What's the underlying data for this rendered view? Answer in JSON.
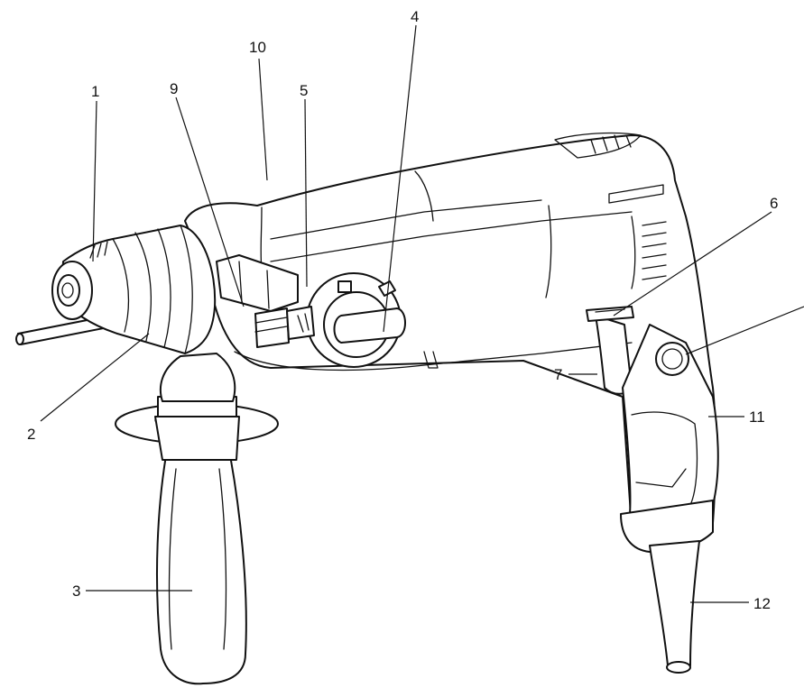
{
  "labels": {
    "chuck": "1",
    "depth_gauge": "2",
    "side_handle": "3",
    "mode_selector": "4",
    "lock_button": "5",
    "direction_switch": "6",
    "trigger": "7",
    "dust_cap": "9",
    "housing": "10",
    "main_handle": "11",
    "power_cord": "12"
  }
}
